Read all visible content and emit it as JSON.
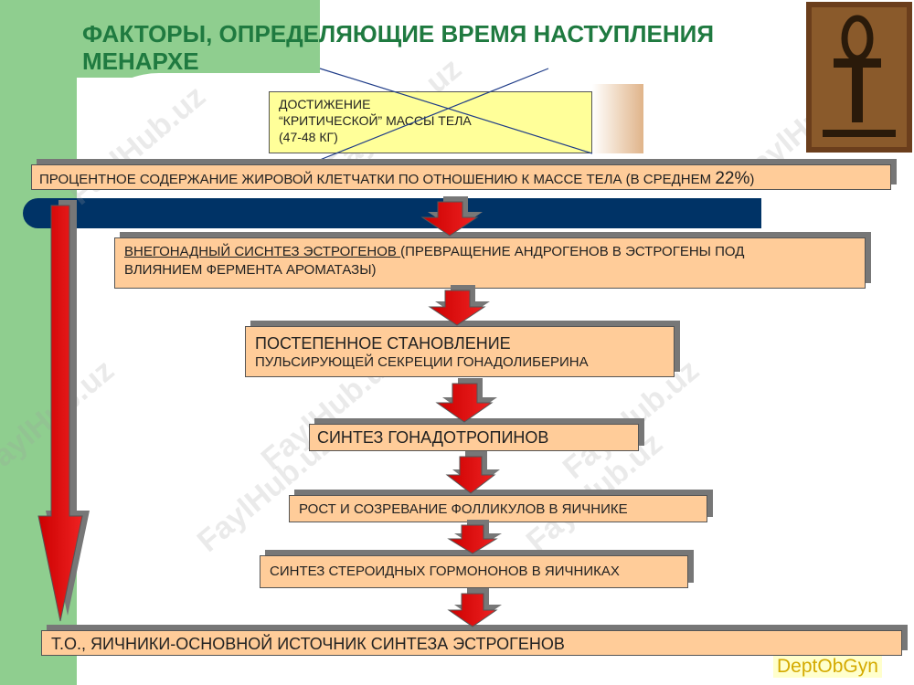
{
  "title_line1": "ФАКТОРЫ, ОПРЕДЕЛЯЮЩИЕ ВРЕМЯ НАСТУПЛЕНИЯ",
  "title_line2": "МЕНАРХЕ",
  "box_mass": {
    "line1": "ДОСТИЖЕНИЕ",
    "line2": "“КРИТИЧЕСКОЙ” МАССЫ  ТЕЛА",
    "line3": "(47-48 КГ)"
  },
  "box_fat": {
    "text": "ПРОЦЕНТНОЕ СОДЕРЖАНИЕ ЖИРОВОЙ КЛЕТЧАТКИ ПО ОТНОШЕНИЮ К МАССЕ ТЕЛА (В СРЕДНЕМ ",
    "pct": "22%",
    "close": ")"
  },
  "box_extragonadal": {
    "underlined": "ВНЕГОНАДНЫЙ СИСНТЕЗ ЭСТРОГЕНОВ ",
    "rest": " (ПРЕВРАЩЕНИЕ АНДРОГЕНОВ В ЭСТРОГЕНЫ ПОД",
    "line2": "ВЛИЯНИЕМ ФЕРМЕНТА АРОМАТАЗЫ)"
  },
  "box_pulsatile": {
    "line1": "ПОСТЕПЕННОЕ СТАНОВЛЕНИЕ",
    "line2": "ПУЛЬСИРУЮЩЕЙ СЕКРЕЦИИ ГОНАДОЛИБЕРИНА"
  },
  "box_gonadotropins": "СИНТЕЗ ГОНАДОТРОПИНОВ",
  "box_follicles": "РОСТ И СОЗРЕВАНИЕ ФОЛЛИКУЛОВ В ЯИЧНИКЕ",
  "box_steroids": "СИНТЕЗ СТЕРОИДНЫХ ГОРМОНОНОВ В ЯИЧНИКАХ",
  "box_conclusion": "Т.О., ЯИЧНИКИ-ОСНОВНОЙ ИСТОЧНИК СИНТЕЗА ЭСТРОГЕНОВ",
  "footer": "DeptObGyn",
  "watermark": "FaylHub.uz",
  "colors": {
    "title": "#1f7a40",
    "box": "#ffcc99",
    "arrow": "#cc0000",
    "navy": "#003366",
    "green": "#8fce8f"
  }
}
